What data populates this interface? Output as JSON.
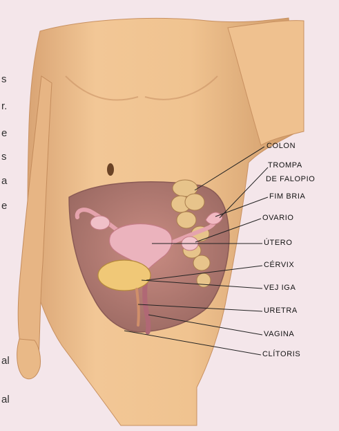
{
  "side_text_fragments": [
    "s",
    "r.",
    "e",
    "s",
    "a",
    "e",
    "al",
    "al"
  ],
  "labels": {
    "colon": "COLON",
    "trompa": "TROMPA",
    "de_falopio": "DE FALOPIO",
    "fimbria": "FIM BRIA",
    "ovario": "OVARIO",
    "utero": "ÚTERO",
    "cervix": "CÉRVIX",
    "vejiga": "VEJ IGA",
    "uretra": "URETRA",
    "vagina": "VAGINA",
    "clitoris": "CLÍTORIS"
  },
  "colors": {
    "background": "#f4e6ea",
    "skin": "#eebf8d",
    "skin_shadow": "#d49c69",
    "cavity": "#b87f74",
    "organ_pink": "#e9aeb8",
    "colon": "#e7c48b",
    "bladder": "#f0c877",
    "label_text": "#111111"
  }
}
